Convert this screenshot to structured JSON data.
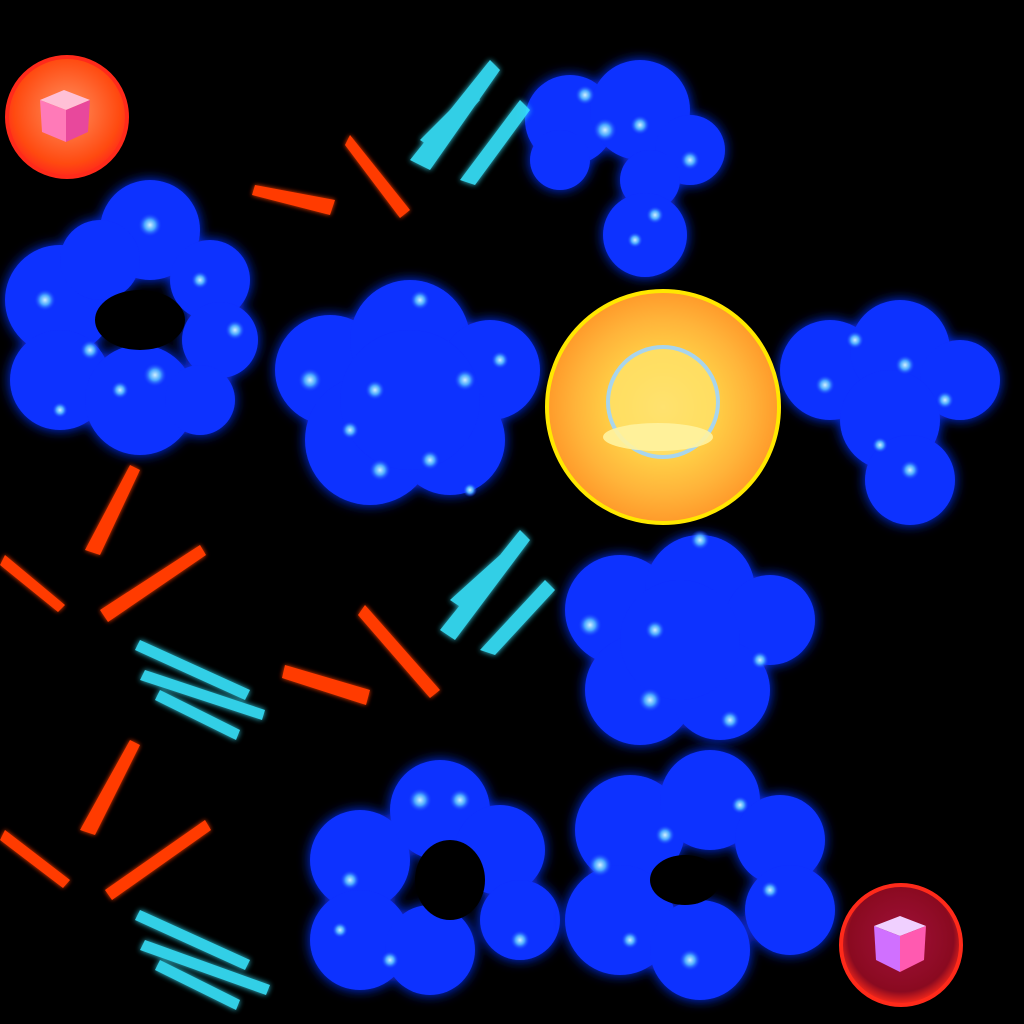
{
  "sheet": {
    "background": "#000000",
    "colors": {
      "cloud_core": "#1030ff",
      "cloud_glow": "#2a5bff",
      "cloud_dot": "#7fd8ff",
      "ice_shard": "#39e6ff",
      "fire_shard": "#ff3a00",
      "fire_glow": "#ffb000",
      "sun_ring": "#ffe800",
      "sun_core": "#ffb43a",
      "cube_ring": "#ff2a1a",
      "cube_face": "#ff7ab8"
    },
    "sprites": [
      "cube-orb-top-left",
      "cube-orb-bottom-right",
      "sun-orb",
      "blue-energy-clouds",
      "ice-shard-clusters",
      "fire-shard-clusters"
    ]
  }
}
